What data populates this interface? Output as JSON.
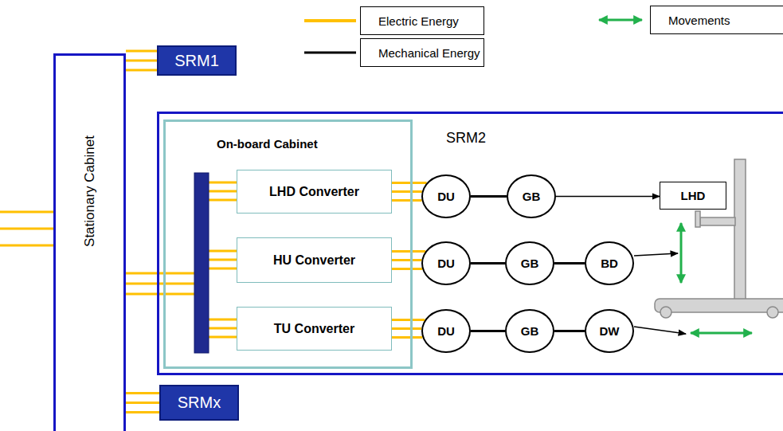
{
  "diagram": {
    "nodes": [
      {
        "text": [
          "Stationary Cabinet"
        ]
      },
      {
        "text": [
          "SRM1"
        ]
      },
      {
        "text": [
          "SRM2"
        ]
      },
      {
        "text": [
          "On-board Cabinet"
        ],
        "in": 2
      },
      {
        "text": [
          "LHD Converter"
        ],
        "in": 3
      },
      {
        "text": [
          "HU Converter"
        ],
        "in": 3
      },
      {
        "text": [
          "TU Converter"
        ],
        "in": 3
      },
      {
        "text": [
          "DU"
        ],
        "in": 2
      },
      {
        "text": [
          "GB"
        ],
        "in": 2
      },
      {
        "text": [
          "LHD"
        ],
        "in": 2
      },
      {
        "text": [
          "DU"
        ],
        "in": 2
      },
      {
        "text": [
          "GB"
        ],
        "in": 2
      },
      {
        "text": [
          "BD"
        ],
        "in": 2
      },
      {
        "text": [
          "DU"
        ],
        "in": 2
      },
      {
        "text": [
          "GB"
        ],
        "in": 2
      },
      {
        "text": [
          "DW"
        ],
        "in": 2
      },
      {
        "text": [
          "SRMx"
        ]
      }
    ],
    "edges": [
      {
        "from": 0,
        "to": 1,
        "arrow": "none"
      },
      {
        "from": 0,
        "to": 3,
        "arrow": "none"
      },
      {
        "from": 0,
        "to": 16,
        "arrow": "none"
      },
      {
        "from": 4,
        "to": 7,
        "arrow": "none"
      },
      {
        "from": 7,
        "to": 8,
        "arrow": "none"
      },
      {
        "from": 8,
        "to": 9,
        "arrow": "to"
      },
      {
        "from": 5,
        "to": 10,
        "arrow": "none"
      },
      {
        "from": 10,
        "to": 11,
        "arrow": "none"
      },
      {
        "from": 11,
        "to": 12,
        "arrow": "none"
      },
      {
        "from": 6,
        "to": 13,
        "arrow": "none"
      },
      {
        "from": 13,
        "to": 14,
        "arrow": "none"
      },
      {
        "from": 14,
        "to": 15,
        "arrow": "none"
      }
    ],
    "legend": [
      {
        "text": "Electric Energy"
      },
      {
        "text": "Mechanical Energy"
      },
      {
        "text": "Movements"
      }
    ]
  }
}
